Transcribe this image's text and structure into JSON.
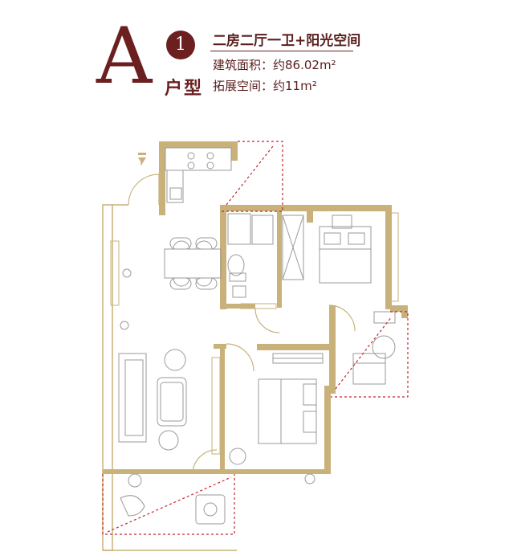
{
  "header": {
    "letter": "A",
    "badge": "1",
    "type_label": "户型",
    "layout": "二房二厅一卫+阳光空间",
    "building_area": "建筑面积：约86.02m²",
    "extension_area": "拓展空间：约11m²"
  },
  "colors": {
    "accent": "#6b1f1f",
    "wall": "#c8b27a",
    "furniture": "#9a9a9a",
    "extension_dash": "#c0272d"
  }
}
